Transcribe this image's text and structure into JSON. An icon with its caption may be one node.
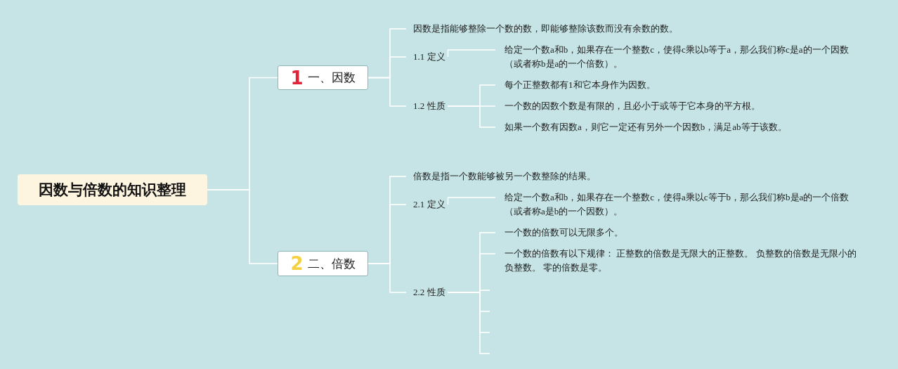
{
  "diagram": {
    "nodes": [
      {
        "text": [
          "因数与倍数的知识整理"
        ]
      },
      {
        "text": [
          "1",
          "一、因数"
        ]
      },
      {
        "text": [
          "因数是指能够整除一个数的数，即能够整除该数而没有余数的数。"
        ]
      },
      {
        "text": [
          "1.1 定义"
        ]
      },
      {
        "text": [
          "给定一个数a和b，如果存在一个整数c，使得c乘以b等于a，那么我们称c是a的一个因数（或者称b是a的一个倍数）。"
        ]
      },
      {
        "text": [
          "1.2 性质"
        ]
      },
      {
        "text": [
          "每个正整数都有1和它本身作为因数。"
        ]
      },
      {
        "text": [
          "一个数的因数个数是有限的，且必小于或等于它本身的平方根。"
        ]
      },
      {
        "text": [
          "如果一个数有因数a，则它一定还有另外一个因数b，满足ab等于该数。"
        ]
      },
      {
        "text": [
          "2",
          "二、倍数"
        ]
      },
      {
        "text": [
          "倍数是指一个数能够被另一个数整除的结果。"
        ]
      },
      {
        "text": [
          "2.1 定义"
        ]
      },
      {
        "text": [
          "给定一个数a和b，如果存在一个整数c，使得a乘以c等于b，那么我们称b是a的一个倍数（或者称a是b的一个因数）。"
        ]
      },
      {
        "text": [
          "2.2 性质"
        ]
      },
      {
        "text": [
          "一个数的倍数可以无限多个。"
        ]
      },
      {
        "text": [
          "一个数的倍数有以下规律： 正整数的倍数是无限大的正整数。 负整数的倍数是无限小的负整数。 零的倍数是零。"
        ]
      }
    ],
    "edges": [
      {
        "from": 0,
        "to": 1,
        "arrow": "none"
      },
      {
        "from": 0,
        "to": 9,
        "arrow": "none"
      },
      {
        "from": 1,
        "to": 2,
        "arrow": "none"
      },
      {
        "from": 1,
        "to": 3,
        "arrow": "none"
      },
      {
        "from": 1,
        "to": 5,
        "arrow": "none"
      },
      {
        "from": 3,
        "to": 4,
        "arrow": "none"
      },
      {
        "from": 5,
        "to": 6,
        "arrow": "none"
      },
      {
        "from": 5,
        "to": 7,
        "arrow": "none"
      },
      {
        "from": 5,
        "to": 8,
        "arrow": "none"
      },
      {
        "from": 9,
        "to": 10,
        "arrow": "none"
      },
      {
        "from": 9,
        "to": 11,
        "arrow": "none"
      },
      {
        "from": 9,
        "to": 13,
        "arrow": "none"
      },
      {
        "from": 11,
        "to": 12,
        "arrow": "none"
      },
      {
        "from": 13,
        "to": 14,
        "arrow": "none"
      },
      {
        "from": 13,
        "to": 15,
        "arrow": "none"
      },
      {
        "from": 13,
        "to": null,
        "arrow": "none"
      },
      {
        "from": 13,
        "to": null,
        "arrow": "none"
      },
      {
        "from": 13,
        "to": null,
        "arrow": "none"
      },
      {
        "from": 13,
        "to": null,
        "arrow": "none"
      }
    ]
  }
}
